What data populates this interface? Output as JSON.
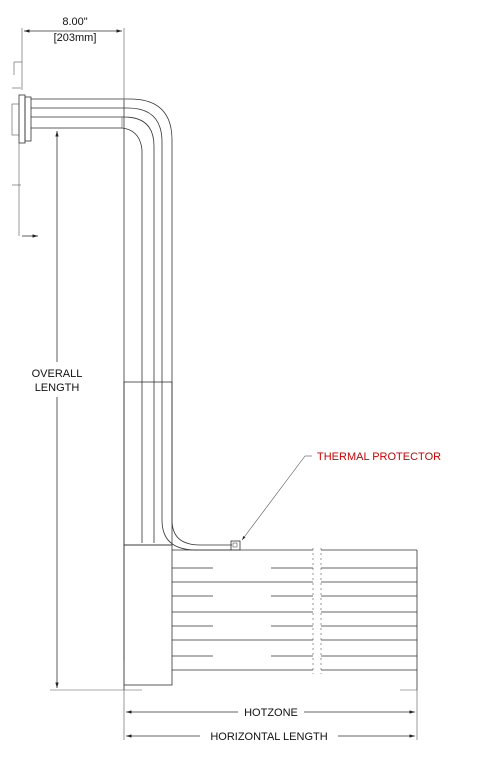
{
  "dimensions": {
    "top_width_in": "8.00\"",
    "top_width_mm": "[203mm]",
    "overall_length_line1": "OVERALL",
    "overall_length_line2": "LENGTH",
    "hotzone": "HOTZONE",
    "horizontal_length": "HORIZONTAL LENGTH"
  },
  "callouts": {
    "thermal_protector": "THERMAL PROTECTOR",
    "thermal_protector_color": "#cc0000"
  },
  "colors": {
    "line": "#333333",
    "text": "#111111"
  }
}
